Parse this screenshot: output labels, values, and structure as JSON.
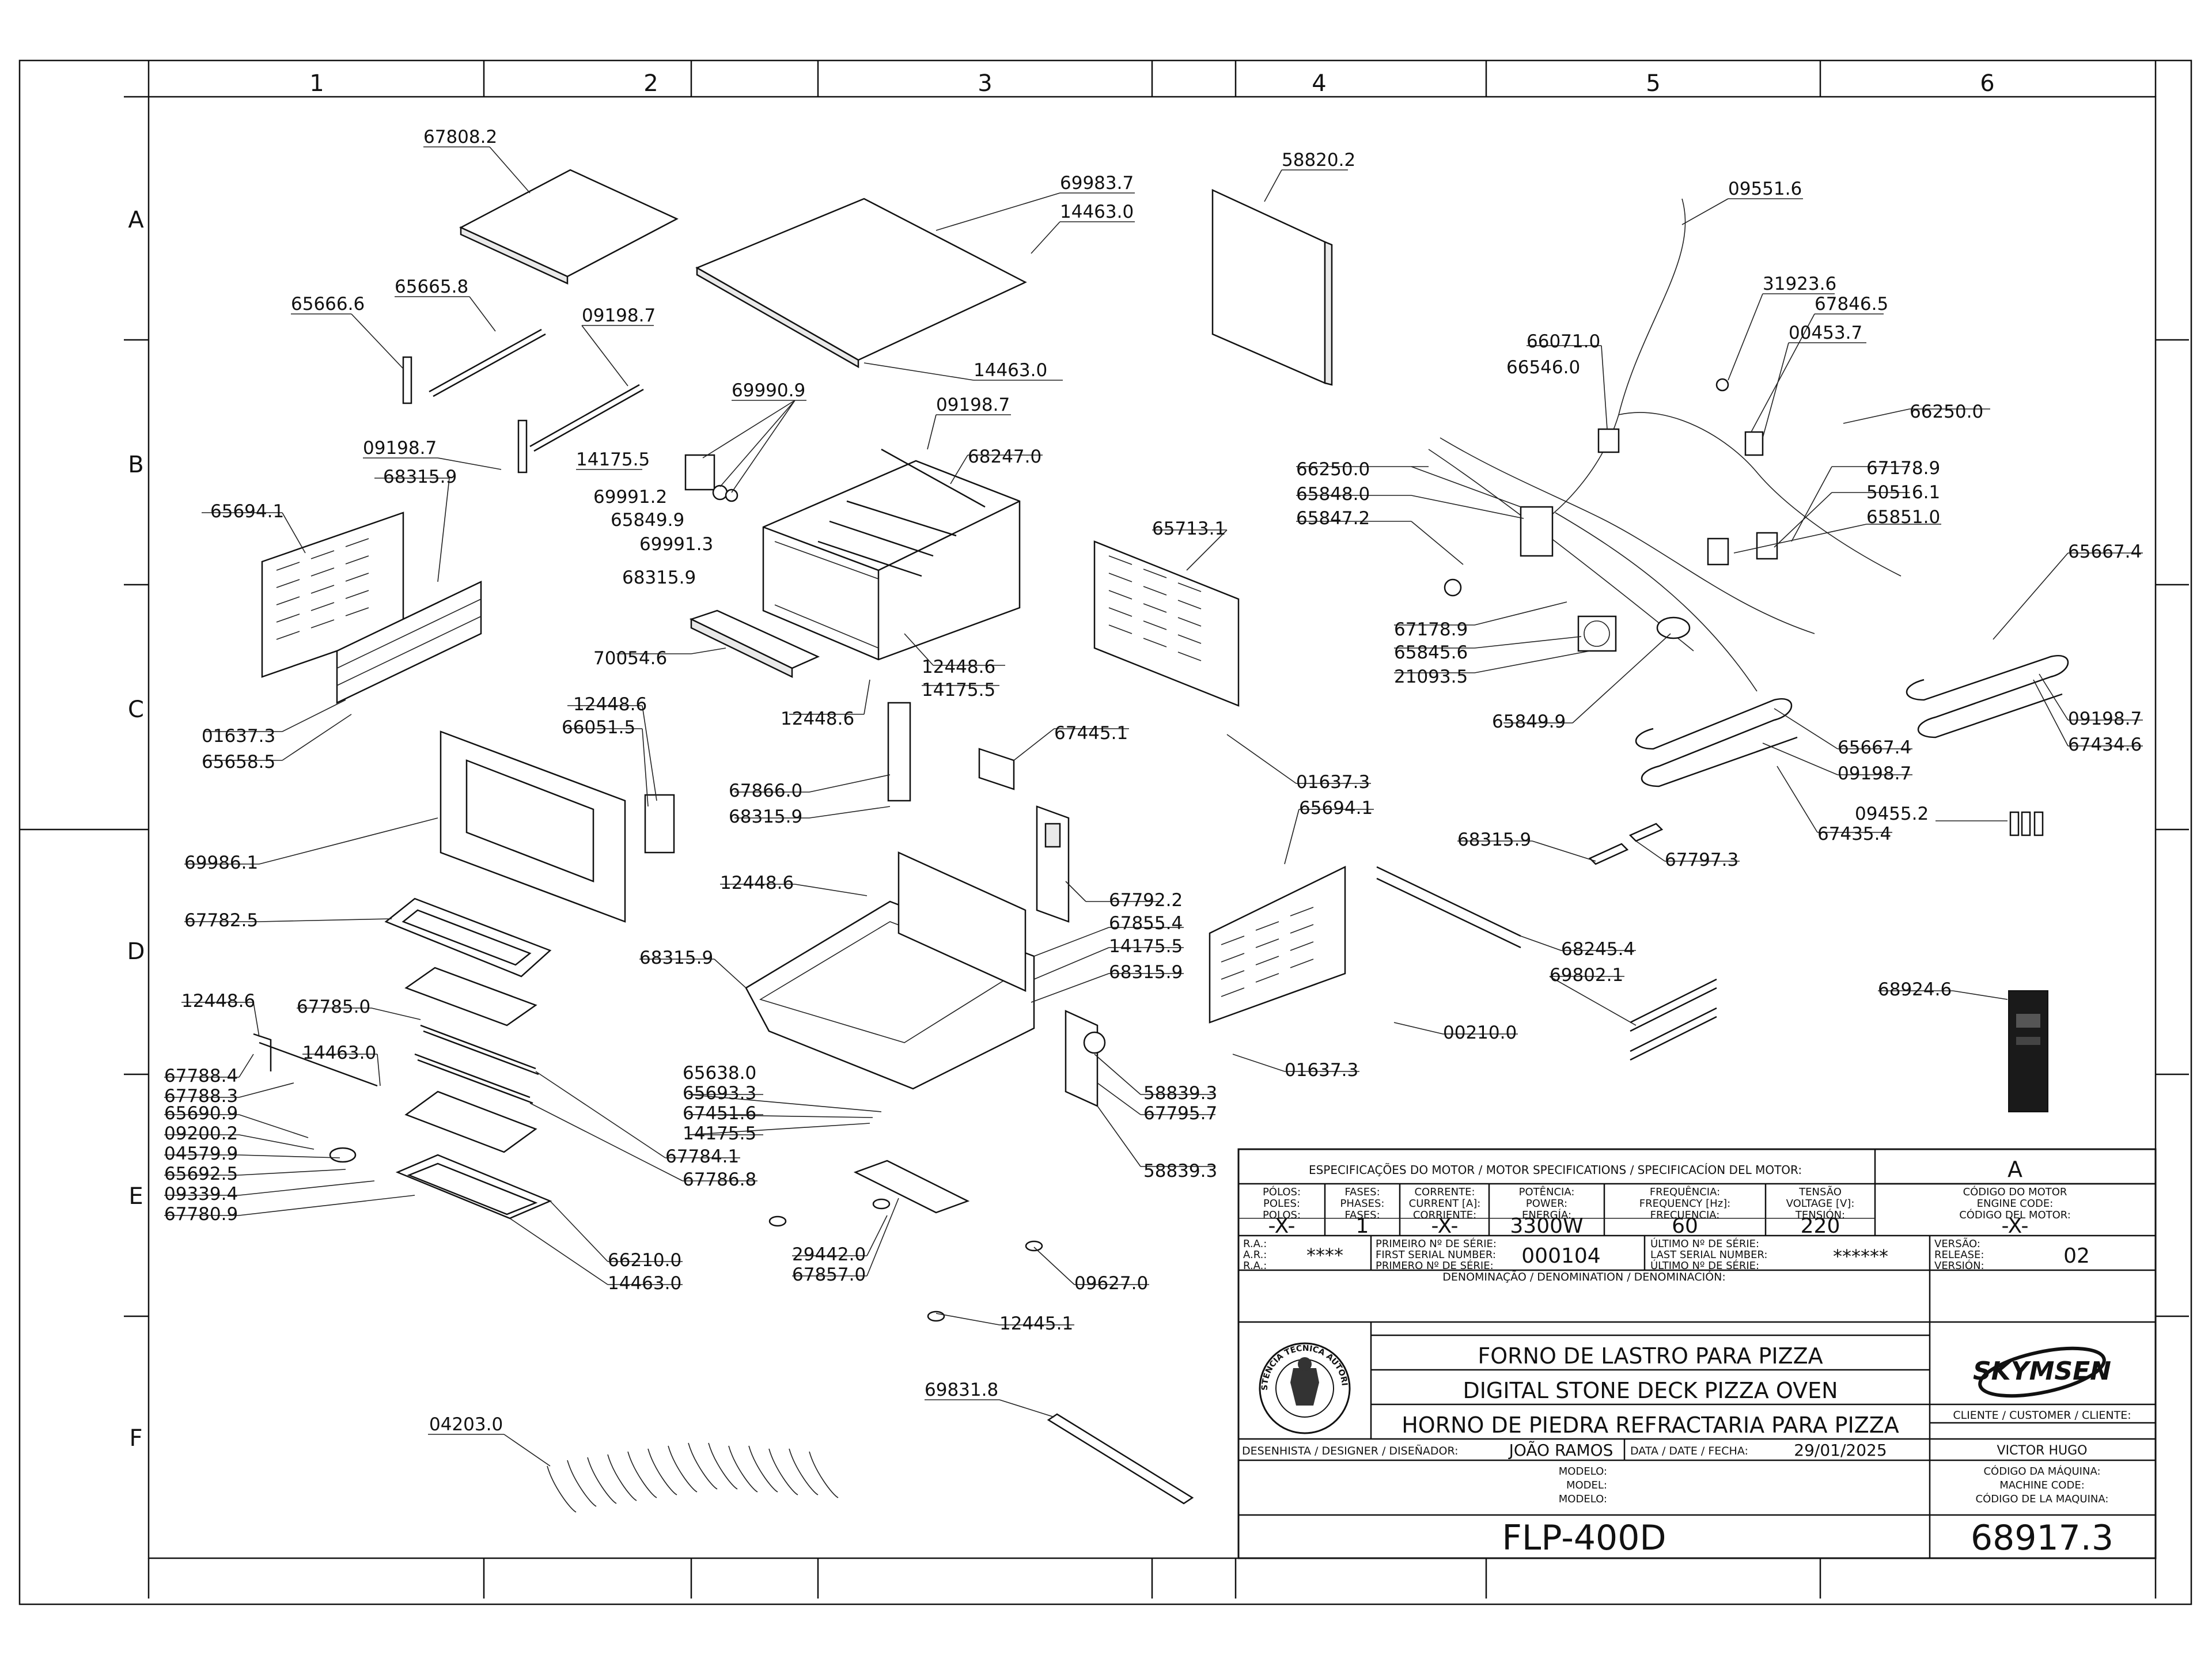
{
  "grid": {
    "columns": [
      "1",
      "2",
      "3",
      "4",
      "5",
      "6"
    ],
    "rows": [
      "A",
      "B",
      "C",
      "D",
      "E",
      "F"
    ]
  },
  "parts": [
    "67808.2",
    "69983.7",
    "14463.0",
    "14463.0",
    "58820.2",
    "09551.6",
    "65666.6",
    "65665.8",
    "09198.7",
    "31923.6",
    "67846.5",
    "00453.7",
    "66071.0",
    "66546.0",
    "69990.9",
    "09198.7",
    "66250.0",
    "09198.7",
    "68315.9",
    "14175.5",
    "69991.2",
    "65849.9",
    "69991.3",
    "68247.0",
    "66250.0",
    "65848.0",
    "65847.2",
    "67178.9",
    "50516.1",
    "65851.0",
    "65694.1",
    "65713.1",
    "68315.9",
    "65667.4",
    "67178.9",
    "65845.6",
    "21093.5",
    "70054.6",
    "12448.6",
    "12448.6",
    "14175.5",
    "65849.9",
    "65667.4",
    "09198.7",
    "67434.6",
    "09198.7",
    "01637.3",
    "65658.5",
    "12448.6",
    "66051.5",
    "67445.1",
    "67866.0",
    "68315.9",
    "01637.3",
    "65694.1",
    "09455.2",
    "67435.4",
    "69986.1",
    "68315.9",
    "67797.3",
    "12448.6",
    "67782.5",
    "67792.2",
    "67855.4",
    "14175.5",
    "68315.9",
    "68315.9",
    "68245.4",
    "69802.1",
    "68924.6",
    "12448.6",
    "67785.0",
    "14463.0",
    "00210.0",
    "65638.0",
    "65693.3",
    "67451.6",
    "14175.5",
    "67784.1",
    "67786.8",
    "58839.3",
    "67795.7",
    "01637.3",
    "67788.4",
    "67788.3",
    "65690.9",
    "09200.2",
    "04579.9",
    "65692.5",
    "09339.4",
    "67780.9",
    "58839.3",
    "66210.0",
    "14463.0",
    "29442.0",
    "67857.0",
    "09627.0",
    "12445.1",
    "69831.8",
    "04203.0"
  ],
  "title_block": {
    "rev_letter": "A",
    "motor_spec_header": "ESPECIFICAÇÕES DO MOTOR / MOTOR SPECIFICATIONS / SPECIFICACÍON DEL MOTOR:",
    "spec_headers": [
      [
        "PÓLOS:",
        "POLES:",
        "POLOS:"
      ],
      [
        "FASES:",
        "PHASES:",
        "FASES:"
      ],
      [
        "CORRENTE:",
        "CURRENT [A]:",
        "CORRIENTE:"
      ],
      [
        "POTÊNCIA:",
        "POWER:",
        "ENERGÍA:"
      ],
      [
        "FREQUÊNCIA:",
        "FREQUENCY [Hz]:",
        "FRECUENCIA:"
      ],
      [
        "TENSÃO",
        "VOLTAGE [V]:",
        "TENSIÓN:"
      ],
      [
        "CÓDIGO DO MOTOR",
        "ENGINE CODE:",
        "CÓDIGO DEL MOTOR:"
      ]
    ],
    "spec_values": [
      "-X-",
      "1",
      "-X-",
      "3300W",
      "60",
      "220",
      "-X-"
    ],
    "ra_labels": [
      "R.A.:",
      "A.R.:",
      "R.A.:"
    ],
    "ra_value": "****",
    "first_serial_labels": [
      "PRIMEIRO Nº DE SÉRIE:",
      "FIRST SERIAL NUMBER:",
      "PRIMERO Nº DE SÉRIE:"
    ],
    "first_serial": "000104",
    "last_serial_labels": [
      "ÚLTIMO Nº DE SÉRIE:",
      "LAST SERIAL NUMBER:",
      "ÚLTIMO Nº DE SÉRIE:"
    ],
    "last_serial": "******",
    "version_labels": [
      "VERSÃO:",
      "RELEASE:",
      "VERSIÓN:"
    ],
    "version": "02",
    "denomination_header": "DENOMINAÇÃO / DENOMINATION / DENOMINACIÓN:",
    "name_pt": "FORNO DE LASTRO PARA PIZZA",
    "name_en": "DIGITAL STONE DECK PIZZA OVEN",
    "name_es": "HORNO DE PIEDRA REFRACTARIA PARA PIZZA",
    "brand": "SKYMSEN",
    "seal_text": "ASSISTÊNCIA TÉCNICA AUTORIZADA",
    "designer_label": "DESENHISTA / DESIGNER / DISEÑADOR:",
    "designer": "JOÃO RAMOS",
    "date_label": "DATA / DATE / FECHA:",
    "date": "29/01/2025",
    "client_label": "CLIENTE / CUSTOMER / CLIENTE:",
    "client": "VICTOR HUGO",
    "model_labels": [
      "MODELO:",
      "MODEL:",
      "MODELO:"
    ],
    "model": "FLP-400D",
    "machine_code_labels": [
      "CÓDIGO DA MÁQUINA:",
      "MACHINE CODE:",
      "CÓDIGO DE LA MAQUINA:"
    ],
    "machine_code": "68917.3"
  }
}
